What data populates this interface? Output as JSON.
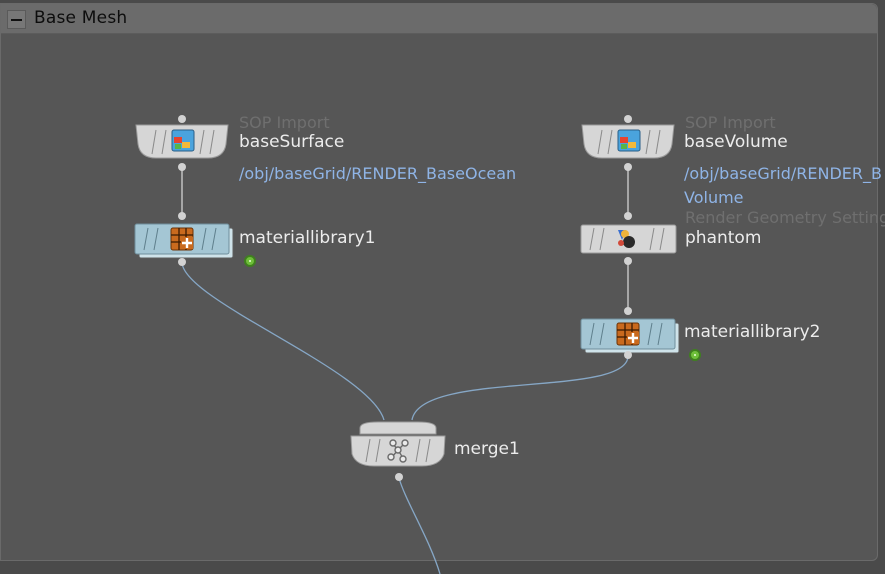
{
  "network_box": {
    "title": "Base Mesh"
  },
  "nodes": {
    "baseSurface": {
      "type": "SOP Import",
      "name": "baseSurface",
      "path": "/obj/baseGrid/RENDER_BaseOcean",
      "icon": "sop-import-icon"
    },
    "baseVolume": {
      "type": "SOP Import",
      "name": "baseVolume",
      "path_line1": "/obj/baseGrid/RENDER_B",
      "path_line2": "Volume",
      "icon": "sop-import-icon"
    },
    "materiallibrary1": {
      "name": "materiallibrary1",
      "icon": "material-library-icon"
    },
    "phantom": {
      "type": "Render Geometry Setting",
      "name": "phantom",
      "icon": "render-geometry-icon"
    },
    "materiallibrary2": {
      "name": "materiallibrary2",
      "icon": "material-library-icon"
    },
    "merge1": {
      "name": "merge1",
      "icon": "merge-icon"
    }
  },
  "colors": {
    "background": "#565656",
    "node_gray": "#d6d6d6",
    "node_material": "#a4c6d4",
    "wire": "#86a7c6",
    "label": "#ececec",
    "path": "#8fb4e6",
    "type_label": "#6f6f6f",
    "flag": "#6fbf3a"
  }
}
